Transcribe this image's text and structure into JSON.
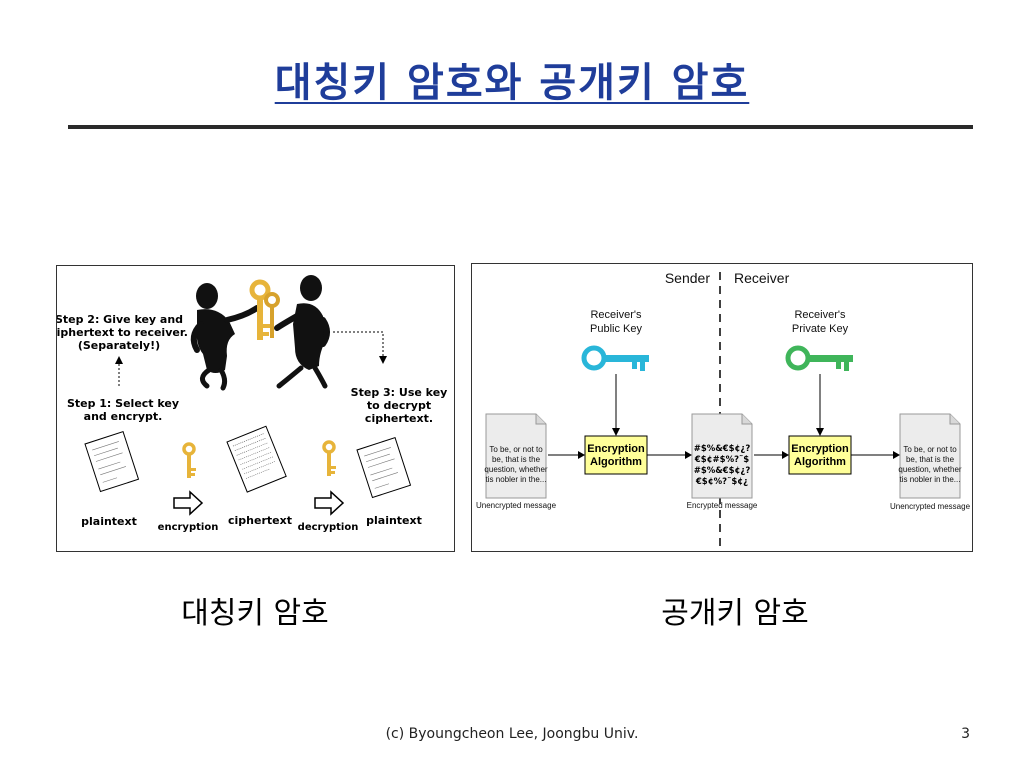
{
  "slide": {
    "title": "대칭키 암호와 공개키 암호",
    "footer": "(c) Byoungcheon Lee, Joongbu Univ.",
    "page_number": "3"
  },
  "left_figure": {
    "step2": [
      "Step 2: Give key and",
      "ciphertext to receiver.",
      "(Separately!)"
    ],
    "step1": [
      "Step 1: Select key",
      "and encrypt."
    ],
    "step3": [
      "Step 3: Use key",
      "to decrypt",
      "ciphertext."
    ],
    "bottom_labels": [
      "plaintext",
      "encryption",
      "ciphertext",
      "decryption",
      "plaintext"
    ],
    "caption": "대칭키 암호"
  },
  "right_figure": {
    "sender_label": "Sender",
    "receiver_label": "Receiver",
    "public_key_label": [
      "Receiver's",
      "Public Key"
    ],
    "private_key_label": [
      "Receiver's",
      "Private Key"
    ],
    "encryption_box": [
      "Encryption",
      "Algorithm"
    ],
    "plain_text": [
      "To be, or not to",
      "be, that is the",
      "question, whether",
      "tis nobler in the..."
    ],
    "cipher_text": [
      "#$%&€$¢¿?",
      "€$¢#$%?˜$",
      "#$%&€$¢¿?",
      "€$¢%?˜$¢¿"
    ],
    "unencrypted_label": "Unencrypted message",
    "encrypted_label": "Encrypted message",
    "caption": "공개키 암호",
    "colors": {
      "public_key": "#29b6d9",
      "private_key": "#3fb55a",
      "box_fill": "#ffff99",
      "doc_fill": "#ececec"
    }
  }
}
